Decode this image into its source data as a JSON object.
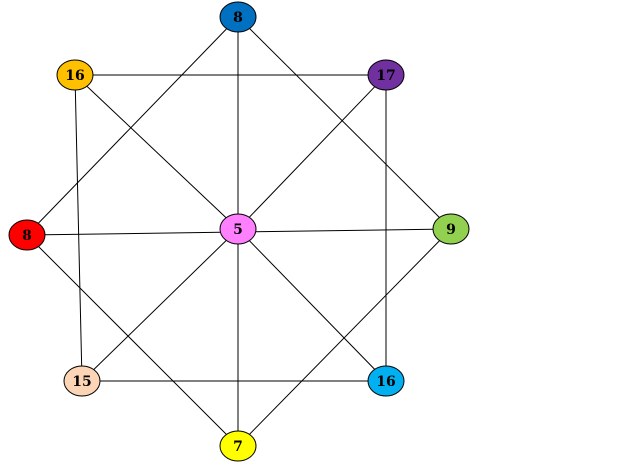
{
  "nodes": [
    {
      "id": "top",
      "label": "8",
      "color": "#0070C0"
    },
    {
      "id": "top-left",
      "label": "16",
      "color": "#FFC000"
    },
    {
      "id": "top-right",
      "label": "17",
      "color": "#7030A0"
    },
    {
      "id": "left",
      "label": "8",
      "color": "#FF0000"
    },
    {
      "id": "center",
      "label": "5",
      "color": "#FF80FF"
    },
    {
      "id": "right",
      "label": "9",
      "color": "#92D050"
    },
    {
      "id": "bottom-left",
      "label": "15",
      "color": "#FBD5B5"
    },
    {
      "id": "bottom-right",
      "label": "16",
      "color": "#00B0F0"
    },
    {
      "id": "bottom",
      "label": "7",
      "color": "#FFFF00"
    }
  ],
  "edges": [
    [
      "top-left",
      "top-right"
    ],
    [
      "bottom-left",
      "bottom-right"
    ],
    [
      "top-left",
      "bottom-left"
    ],
    [
      "top-right",
      "bottom-right"
    ],
    [
      "top",
      "bottom"
    ],
    [
      "left",
      "right"
    ],
    [
      "top-left",
      "center"
    ],
    [
      "center",
      "bottom-right"
    ],
    [
      "top-right",
      "center"
    ],
    [
      "center",
      "bottom-left"
    ],
    [
      "top",
      "left"
    ],
    [
      "top",
      "right"
    ],
    [
      "left",
      "bottom"
    ],
    [
      "right",
      "bottom"
    ]
  ]
}
